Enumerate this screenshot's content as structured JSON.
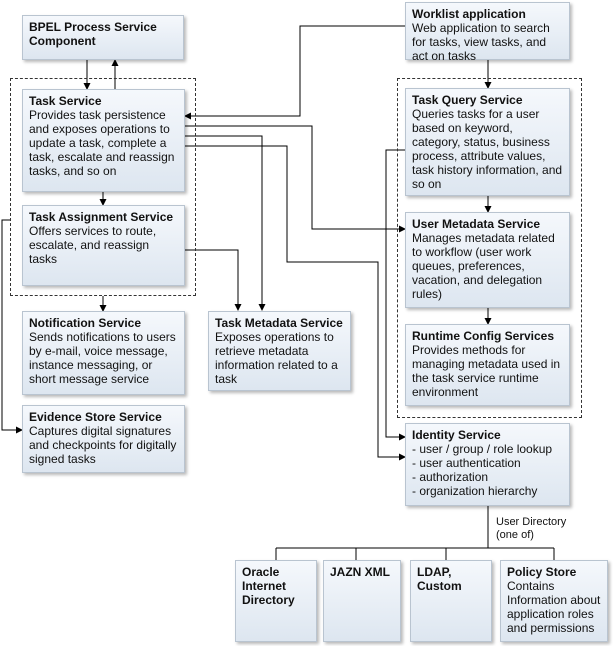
{
  "bpel": {
    "title": "BPEL Process Service Component"
  },
  "worklist": {
    "title": "Worklist application",
    "desc": "Web application to search for tasks, view tasks, and act on tasks"
  },
  "task_service": {
    "title": "Task Service",
    "desc": "Provides task persistence and exposes operations to update a task, complete a task, escalate and reassign tasks, and so on"
  },
  "task_assignment": {
    "title": "Task Assignment Service",
    "desc": "Offers services to route, escalate, and reassign tasks"
  },
  "notification": {
    "title": "Notification Service",
    "desc": "Sends notifications to users by e-mail, voice message, instance messaging, or short message service"
  },
  "task_metadata": {
    "title": "Task Metadata Service",
    "desc": "Exposes operations to retrieve metadata information related to a task"
  },
  "evidence": {
    "title": "Evidence Store Service",
    "desc": "Captures digital signatures and checkpoints for digitally signed tasks"
  },
  "task_query": {
    "title": "Task Query Service",
    "desc": "Queries tasks for a user based on keyword, category, status, business process, attribute values, task history information, and so on"
  },
  "user_metadata": {
    "title": "User Metadata Service",
    "desc": "Manages metadata related to workflow (user work queues, preferences, vacation, and delegation rules)"
  },
  "runtime_config": {
    "title": "Runtime Config Services",
    "desc": "Provides methods for managing metadata used in the task service runtime environment"
  },
  "identity": {
    "title": "Identity Service",
    "items": [
      "- user / group / role lookup",
      "- user authentication",
      "- authorization",
      "- organization hierarchy"
    ]
  },
  "user_directory_label": "User Directory (one of)",
  "directories": [
    {
      "title": "Oracle Internet Directory",
      "desc": ""
    },
    {
      "title": "JAZN XML",
      "desc": ""
    },
    {
      "title": "LDAP, Custom",
      "desc": ""
    },
    {
      "title": "Policy Store",
      "desc": "Contains Information about application roles and permissions"
    }
  ]
}
